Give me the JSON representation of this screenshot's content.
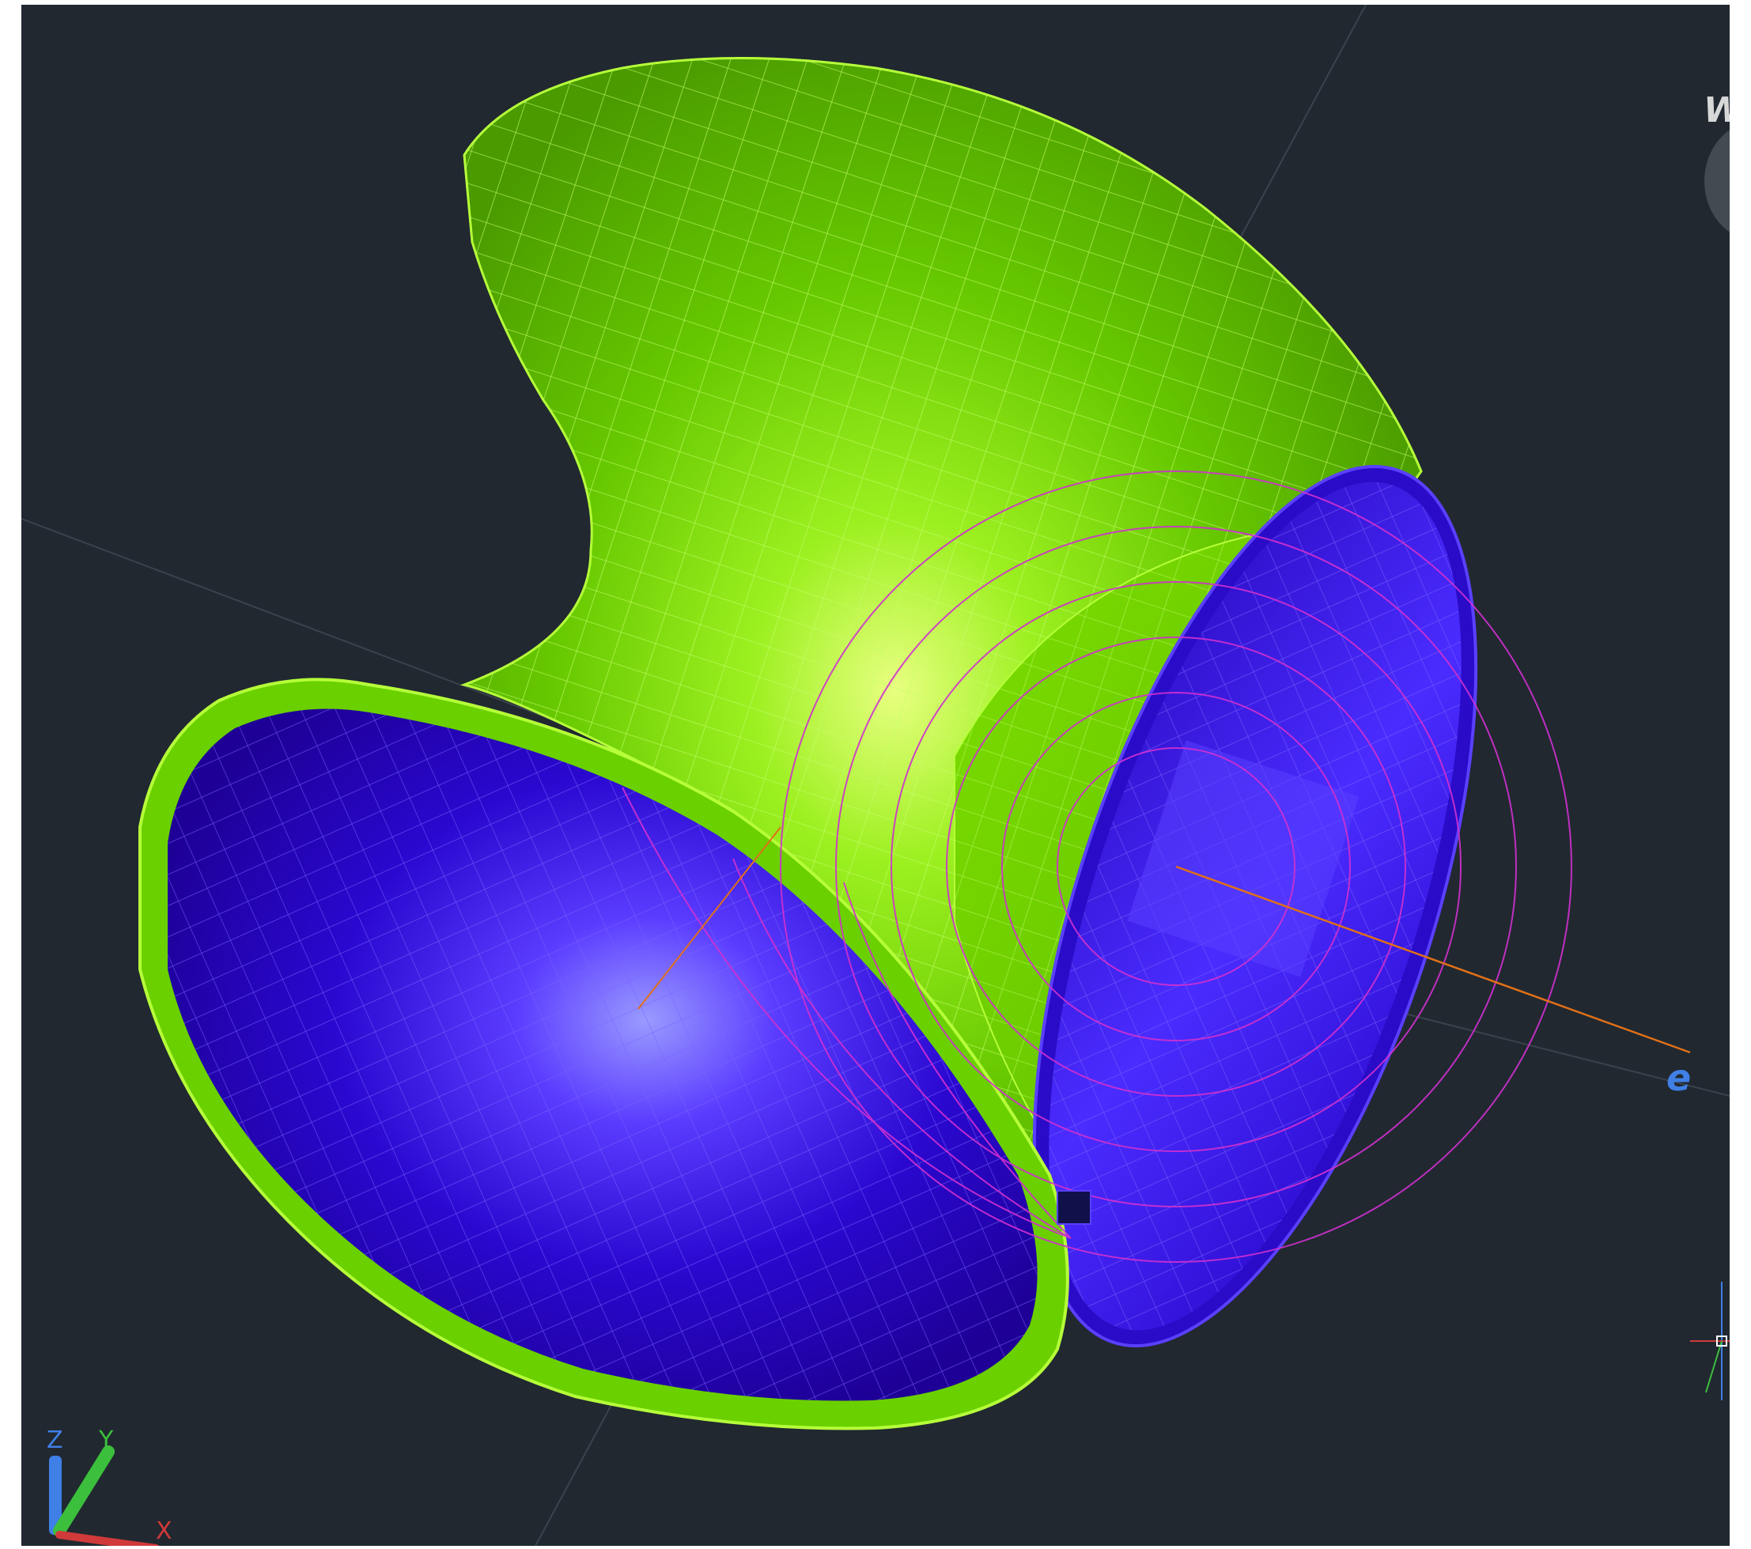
{
  "viewcube": {
    "label": "W"
  },
  "ucs": {
    "z_label": "Z",
    "y_label": "Y",
    "x_label": "X"
  },
  "axis_label": "e",
  "colors": {
    "background": "#212830",
    "outer_surface": "#6ad000",
    "outer_edge": "#b6ff3a",
    "inner_surface": "#3a10d8",
    "inner_edge": "#6a4bff",
    "construction_circles": "#d030d0",
    "axis_line": "#e07018",
    "ucs_z": "#3f7fe6",
    "ucs_y": "#3cbf3c",
    "ucs_x": "#d03a3a"
  }
}
